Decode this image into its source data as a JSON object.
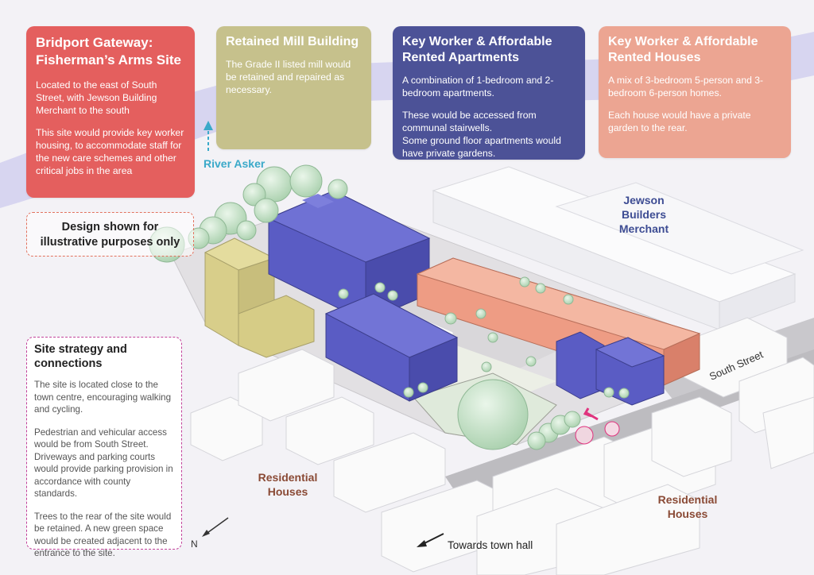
{
  "cards": {
    "site": {
      "title_line1": "Bridport Gateway:",
      "title_line2": "Fisherman’s Arms Site",
      "para1": "Located to the east of South Street, with Jewson Building Merchant to the south",
      "para2": "This site would provide key worker housing, to accommodate staff for the new care schemes and other critical jobs in the area"
    },
    "mill": {
      "title": "Retained Mill Building",
      "para1": "The Grade II listed mill would be retained and repaired as necessary."
    },
    "apartments": {
      "title_line1": "Key Worker & Affordable",
      "title_line2": "Rented Apartments",
      "para1": "A combination of 1-bedroom and 2-bedroom apartments.",
      "para2": "These would be accessed from communal stairwells.",
      "para3": "Some ground floor apartments would have private gardens."
    },
    "houses": {
      "title_line1": "Key Worker & Affordable",
      "title_line2": "Rented Houses",
      "para1": "A mix of 3-bedroom 5-person and 3-bedroom 6-person homes.",
      "para2": "Each house would have a private garden to the rear."
    }
  },
  "disclaimer": {
    "line1": "Design shown for",
    "line2": "illustrative purposes only"
  },
  "strategy": {
    "title_line1": "Site strategy and",
    "title_line2": "connections",
    "para1": "The site is located close to the town centre, encouraging walking and cycling.",
    "para2": "Pedestrian and vehicular access would be from South Street. Driveways and parking courts would provide parking provision in accordance with county standards.",
    "para3": "Trees to the rear of the site would be retained. A new green space would be created adjacent to the entrance to the site."
  },
  "labels": {
    "river": "River Asker",
    "jewson_line1": "Jewson",
    "jewson_line2": "Builders",
    "jewson_line3": "Merchant",
    "residential": "Residential",
    "houses": "Houses",
    "south_street": "South Street",
    "towards_town_hall": "Towards town hall",
    "north": "N"
  },
  "colors": {
    "card_site": "#e45f5e",
    "card_mill": "#c6c18c",
    "card_apartments": "#4c5297",
    "card_houses": "#eca592",
    "apartment_blocks": "#5a5cc4",
    "house_terrace": "#ee9c84",
    "mill_building": "#d6cc86",
    "river": "#c9c6e6",
    "trees": "#c9e6cc",
    "access_arrows": "#e0337e"
  }
}
